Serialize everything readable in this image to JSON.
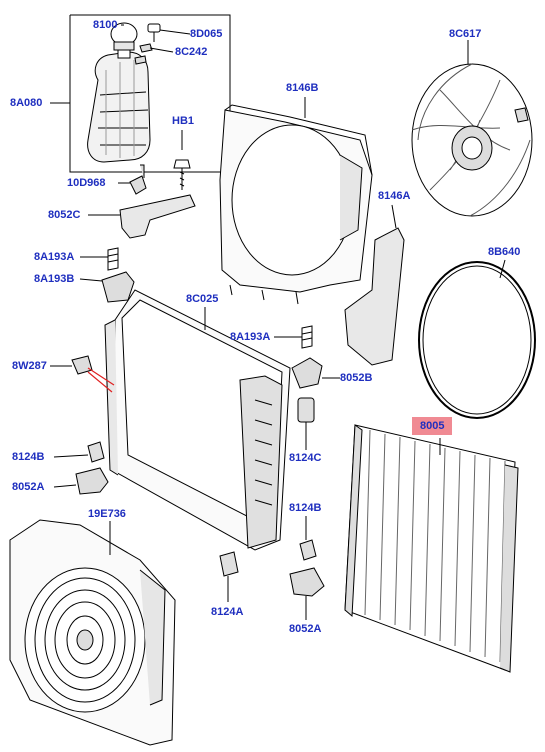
{
  "colors": {
    "callout_text": "#1f2fbf",
    "highlight_bg": "#f08a93",
    "leader_line": "#000000",
    "red_pointer": "#e02020",
    "drawing_stroke": "#000000",
    "part_shading": "#d9d9d9"
  },
  "callouts": {
    "c8100": "8100",
    "c8D065": "8D065",
    "c8C242": "8C242",
    "c8A080": "8A080",
    "c10D968": "10D968",
    "cHB1": "HB1",
    "c8052C": "8052C",
    "c8146B": "8146B",
    "c8C617": "8C617",
    "c8146A": "8146A",
    "c8B640": "8B640",
    "c8A193A_top": "8A193A",
    "c8A193B": "8A193B",
    "c8C025": "8C025",
    "c8A193A_mid": "8A193A",
    "c8W287": "8W287",
    "c8052B": "8052B",
    "c8005": "8005",
    "c8124B_left": "8124B",
    "c8124C": "8124C",
    "c8052A_left": "8052A",
    "c19E736": "19E736",
    "c8124B_right": "8124B",
    "c8124A": "8124A",
    "c8052A_right": "8052A"
  }
}
